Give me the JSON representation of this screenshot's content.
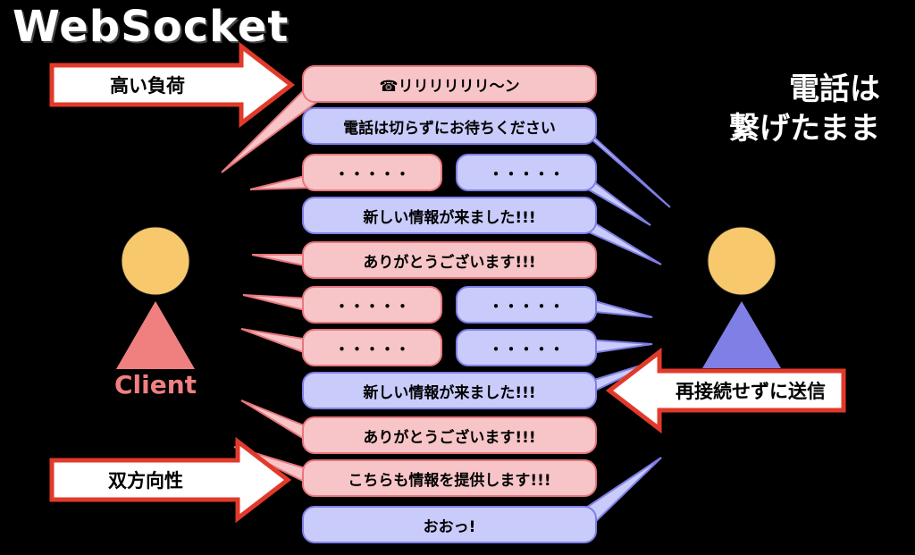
{
  "title": "WebSocket",
  "side_note": [
    "電話は",
    "繋げたまま"
  ],
  "client": {
    "label": "Client",
    "head_color": "#f7c86c",
    "body_color": "#f08080"
  },
  "server": {
    "head_color": "#f7c86c",
    "body_color": "#7f7fe6"
  },
  "arrows": {
    "high_load": "高い負荷",
    "bidirectional": "双方向性",
    "no_reconnect": "再接続せずに送信"
  },
  "messages": [
    {
      "from": "client",
      "text": "☎リリリリリリ〜ン"
    },
    {
      "from": "server",
      "text": "電話は切らずにお待ちください"
    },
    {
      "from": "client",
      "text": "・・・・・"
    },
    {
      "from": "server",
      "text": "・・・・・"
    },
    {
      "from": "server",
      "text": "新しい情報が来ました!!!"
    },
    {
      "from": "client",
      "text": "ありがとうございます!!!"
    },
    {
      "from": "client",
      "text": "・・・・・"
    },
    {
      "from": "server",
      "text": "・・・・・"
    },
    {
      "from": "client",
      "text": "・・・・・"
    },
    {
      "from": "server",
      "text": "・・・・・"
    },
    {
      "from": "server",
      "text": "新しい情報が来ました!!!"
    },
    {
      "from": "client",
      "text": "ありがとうございます!!!"
    },
    {
      "from": "client",
      "text": "こちらも情報を提供します!!!"
    },
    {
      "from": "server",
      "text": "おおっ!"
    }
  ],
  "colors": {
    "client_bubble": "#f7c5c8",
    "server_bubble": "#c9cbfb",
    "arrow_fill": "#ffffff",
    "arrow_border": "#e23a2a"
  }
}
